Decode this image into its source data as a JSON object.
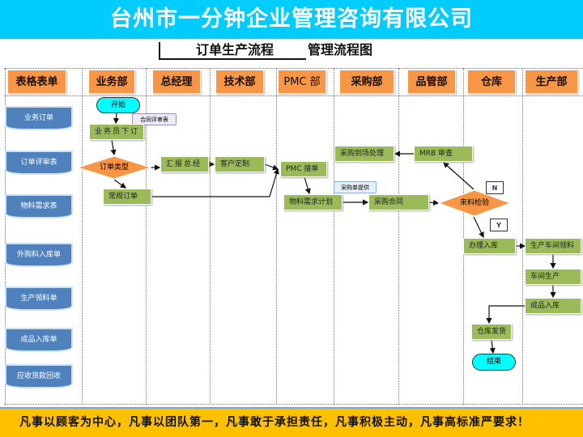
{
  "header": {
    "title": "台州市一分钟企业管理咨询有限公司"
  },
  "subtitle": {
    "underlined": "订单生产流程",
    "suffix": "管理流程图"
  },
  "lanes": [
    "表格表单",
    "业务部",
    "总经理",
    "技术部",
    "PMC 部",
    "采购部",
    "品管部",
    "仓库",
    "生产部"
  ],
  "forms": [
    "业务订单",
    "订单评审表",
    "物料需求表",
    "外购料入库单",
    "生产领料单",
    "成品入库单",
    "应收货款回收"
  ],
  "nodes": {
    "start": "开始",
    "contract_note": "合同评审表",
    "sales_order": "业务员下订",
    "order_type": "订单类型",
    "regular_order": "常规订单",
    "report_gm": "汇报总经",
    "custom": "客户定制",
    "pmc_accept": "PMC 接单",
    "material_plan": "物料需求计划",
    "purchase_note": "采购单提供",
    "purchase_handle": "采购到场处理",
    "mrb": "MRB 审查",
    "purchase_contract": "采购合同",
    "inspection": "来料检验",
    "n": "N",
    "y": "Y",
    "stock_in": "办理入库",
    "workshop_pick": "生产车间领料",
    "workshop_prod": "车间生产",
    "finished_in": "成品入库",
    "ship": "仓库发货",
    "end": "结束"
  },
  "footer": {
    "slogan": "凡事以顾客为中心，凡事以团队第一，凡事敢于承担责任，凡事积极主动，凡事高标准严要求！"
  },
  "colors": {
    "topbar": "#00CCFF",
    "lane_header": "#F79646",
    "form": "#4F81BD",
    "process": "#9BBB59",
    "terminal": "#00FFFF",
    "decision": "#F79646",
    "footer": "#FFC000"
  }
}
